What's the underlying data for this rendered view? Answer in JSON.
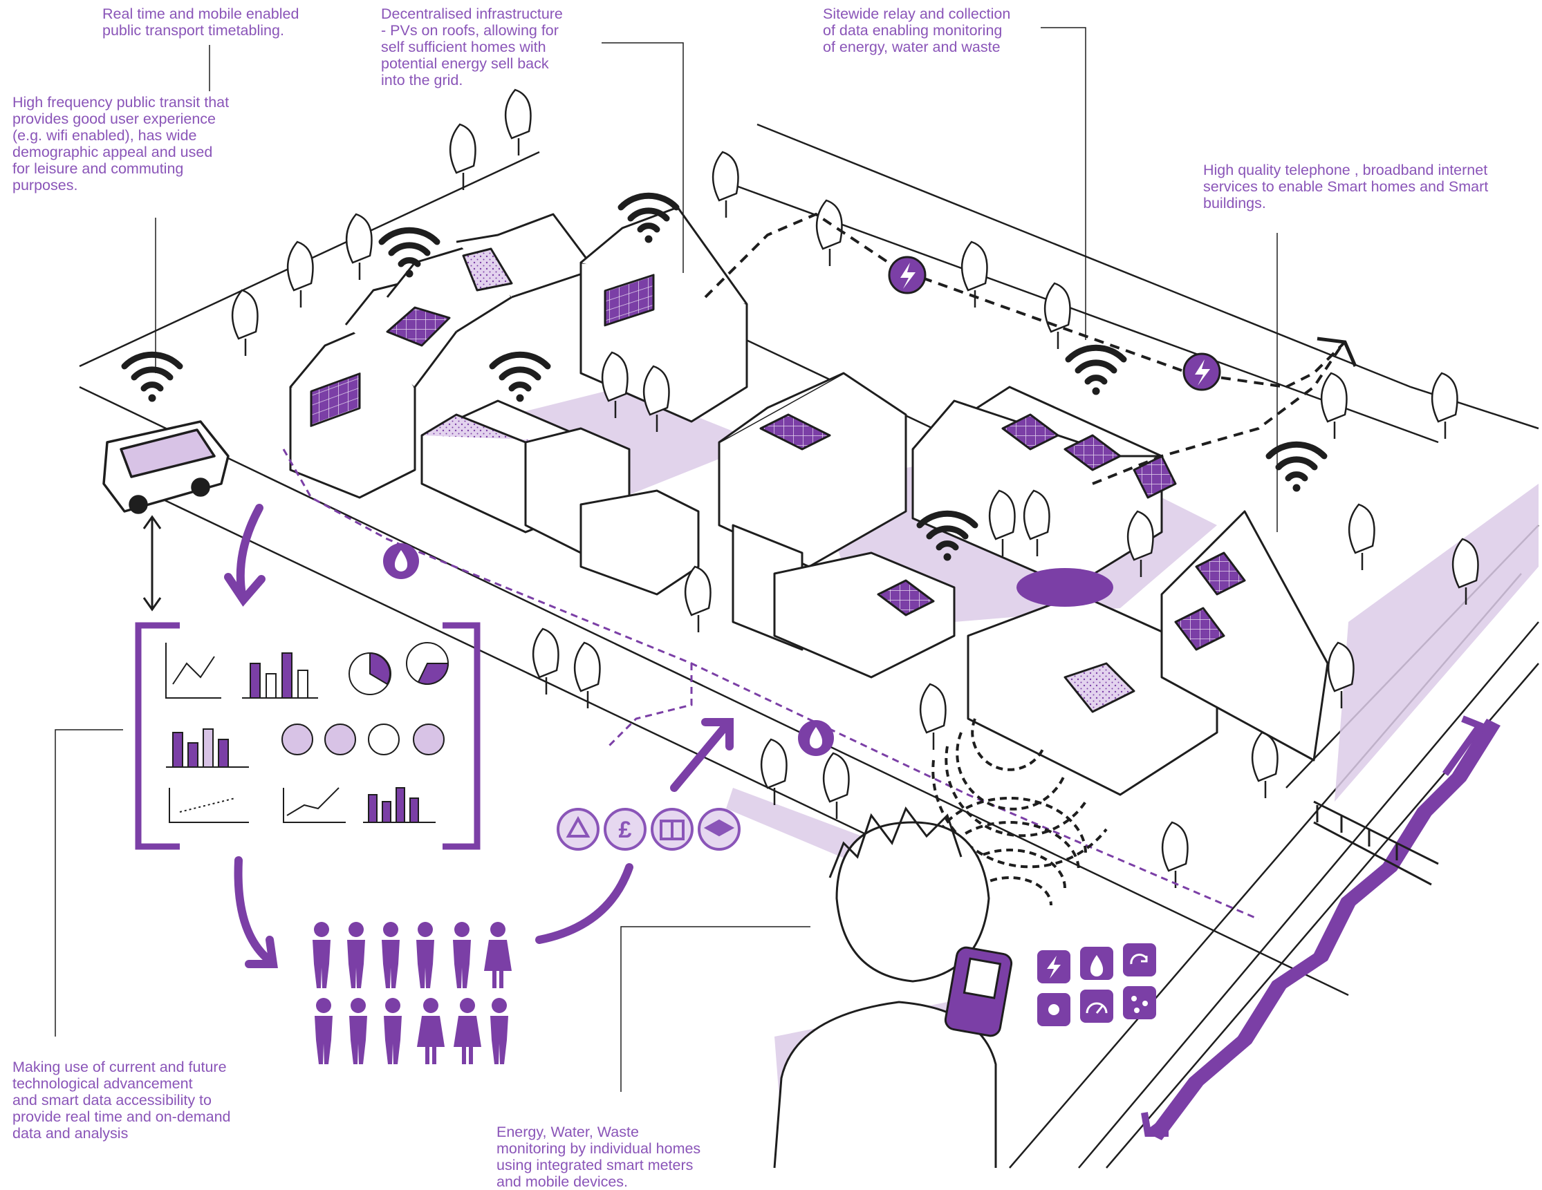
{
  "colors": {
    "accent": "#7b3fa6",
    "accent_light": "#d8c3e6",
    "ink": "#1e1e1e",
    "annotation_text": "#8a55b8"
  },
  "annotations": {
    "transport_timetabling": "Real time and mobile enabled\npublic transport timetabling.",
    "decentralised_infrastructure": "Decentralised infrastructure\n- PVs on roofs, allowing for\nself sufficient homes with\npotential energy sell back\ninto the grid.",
    "sitewide_relay": "Sitewide relay and collection\nof data enabling monitoring\nof energy, water and waste",
    "public_transit": "High frequency public transit that\nprovides good user experience\n(e.g. wifi enabled), has wide\ndemographic appeal and used\nfor leisure and commuting\npurposes.",
    "telephone_broadband": "High quality telephone , broadband internet\nservices to enable Smart homes and Smart\nbuildings.",
    "technological_advancement": "Making use of current and future\ntechnological advancement\nand smart data accessibility to\nprovide real time and on-demand\ndata and analysis",
    "home_monitoring": "Energy, Water, Waste\nmonitoring by individual homes\nusing integrated smart meters\nand mobile devices."
  },
  "icons": {
    "service_icons": [
      "network-icon",
      "pound-icon",
      "book-icon",
      "graduation-cap-icon"
    ],
    "utility_icons": [
      "lightning-icon",
      "water-drop-icon",
      "recycle-icon",
      "sun-icon",
      "gauge-icon",
      "waste-icon"
    ],
    "energy_node": "lightning-icon",
    "water_node": "water-drop-icon"
  }
}
